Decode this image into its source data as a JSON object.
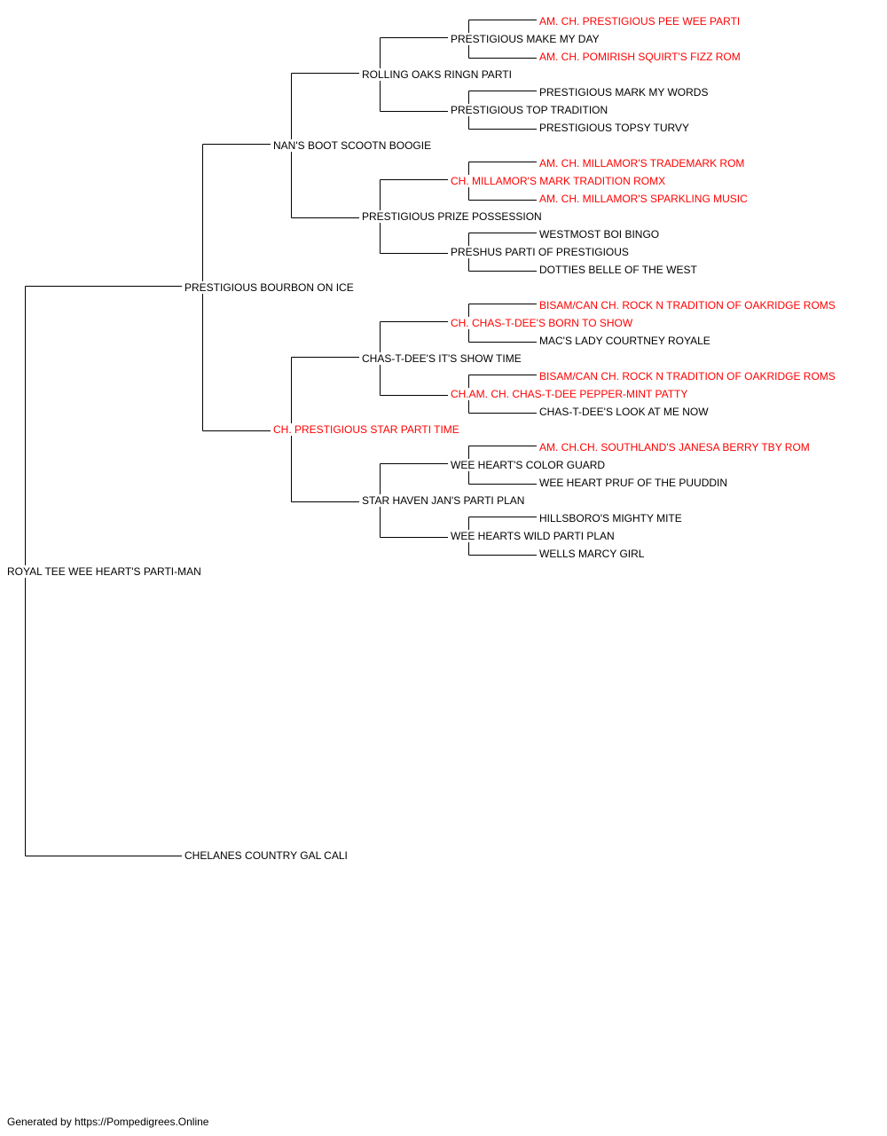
{
  "colors": {
    "champion": "#ff0000",
    "normal": "#000000",
    "connector": "#000000"
  },
  "pedigree": {
    "subject": {
      "name": "ROYAL TEE WEE HEART'S PARTI-MAN",
      "champion": false
    },
    "sire": {
      "name": "PRESTIGIOUS BOURBON ON ICE",
      "champion": false
    },
    "dam": {
      "name": "CHELANES COUNTRY GAL CALI",
      "champion": false
    },
    "sire_sire": {
      "name": "NAN'S BOOT SCOOTN BOOGIE",
      "champion": false
    },
    "sire_dam": {
      "name": "CH. PRESTIGIOUS STAR PARTI TIME",
      "champion": true
    },
    "sss": {
      "name": "ROLLING OAKS RINGN PARTI",
      "champion": false
    },
    "ssd": {
      "name": "PRESTIGIOUS PRIZE POSSESSION",
      "champion": false
    },
    "sds": {
      "name": "CHAS-T-DEE'S IT'S SHOW TIME",
      "champion": false
    },
    "sdd": {
      "name": "STAR HAVEN JAN'S PARTI PLAN",
      "champion": false
    },
    "ssss": {
      "name": "PRESTIGIOUS MAKE MY DAY",
      "champion": false
    },
    "sssd": {
      "name": "PRESTIGIOUS TOP TRADITION",
      "champion": false
    },
    "ssds": {
      "name": "CH. MILLAMOR'S MARK TRADITION ROMX",
      "champion": true
    },
    "ssdd": {
      "name": "PRESHUS PARTI OF PRESTIGIOUS",
      "champion": false
    },
    "sdss": {
      "name": "CH. CHAS-T-DEE'S BORN TO SHOW",
      "champion": true
    },
    "sdsd": {
      "name": "CH.AM. CH. CHAS-T-DEE PEPPER-MINT PATTY",
      "champion": true
    },
    "sdds": {
      "name": "WEE HEART'S COLOR GUARD",
      "champion": false
    },
    "sddd": {
      "name": "WEE HEARTS WILD PARTI PLAN",
      "champion": false
    },
    "sssss": {
      "name": "AM. CH. PRESTIGIOUS PEE WEE PARTI",
      "champion": true
    },
    "ssssd": {
      "name": "AM. CH. POMIRISH SQUIRT'S FIZZ ROM",
      "champion": true
    },
    "sssds": {
      "name": "PRESTIGIOUS MARK MY WORDS",
      "champion": false
    },
    "sssdd": {
      "name": "PRESTIGIOUS TOPSY TURVY",
      "champion": false
    },
    "ssdss": {
      "name": "AM. CH. MILLAMOR'S TRADEMARK ROM",
      "champion": true
    },
    "ssdsd": {
      "name": "AM. CH. MILLAMOR'S SPARKLING MUSIC",
      "champion": true
    },
    "ssdds": {
      "name": "WESTMOST BOI BINGO",
      "champion": false
    },
    "ssddd": {
      "name": "DOTTIES BELLE OF THE WEST",
      "champion": false
    },
    "sdsss": {
      "name": "BISAM/CAN CH. ROCK N TRADITION OF OAKRIDGE ROMS",
      "champion": true
    },
    "sdssd": {
      "name": "MAC'S LADY COURTNEY ROYALE",
      "champion": false
    },
    "sdsds": {
      "name": "BISAM/CAN CH. ROCK N TRADITION OF OAKRIDGE ROMS",
      "champion": true
    },
    "sdsdd": {
      "name": "CHAS-T-DEE'S LOOK AT ME NOW",
      "champion": false
    },
    "sddss": {
      "name": "AM. CH.CH. SOUTHLAND'S JANESA BERRY TBY ROM",
      "champion": true
    },
    "sddsd": {
      "name": "WEE HEART PRUF OF THE PUUDDIN",
      "champion": false
    },
    "sddds": {
      "name": "HILLSBORO'S MIGHTY MITE",
      "champion": false
    },
    "sdddd": {
      "name": "WELLS MARCY GIRL",
      "champion": false
    }
  },
  "footer": {
    "text": "Generated by https://Pompedigrees.Online"
  }
}
